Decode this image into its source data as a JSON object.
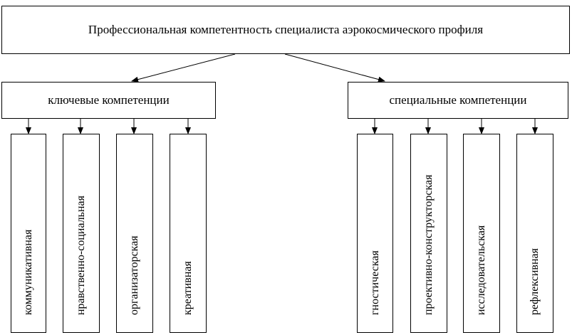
{
  "root": {
    "label": "Профессиональная компетентность специалиста аэрокосмического профиля"
  },
  "groups": [
    {
      "label": "ключевые компетенции",
      "items": [
        "коммуникативная",
        "нравственно-социальная",
        "организаторская",
        "креативная"
      ]
    },
    {
      "label": "специальные компетенции",
      "items": [
        "гностическая",
        "проективно-конструкторская",
        "исследовательская",
        "рефлексивная"
      ]
    }
  ]
}
